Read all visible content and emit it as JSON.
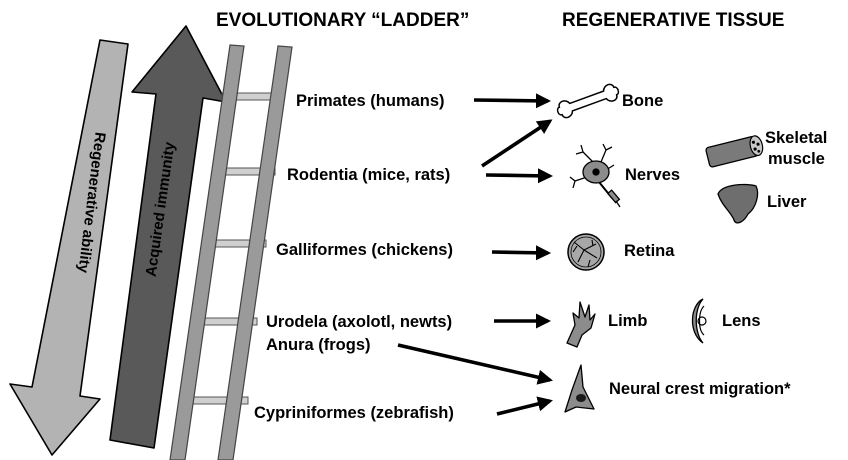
{
  "headings": {
    "ladder": "EVOLUTIONARY “LADDER”",
    "tissue": "REGENERATIVE TISSUE"
  },
  "big_arrows": {
    "regenerative": "Regenerative ability",
    "immunity": "Acquired immunity"
  },
  "ladder_rungs": [
    "Primates (humans)",
    "Rodentia (mice, rats)",
    "Galliformes (chickens)",
    "Urodela (axolotl, newts)",
    "Anura (frogs)",
    "Cypriniformes (zebrafish)"
  ],
  "tissues": {
    "bone": "Bone",
    "nerves": "Nerves",
    "skeletal_muscle_line1": "Skeletal",
    "skeletal_muscle_line2": "muscle",
    "liver": "Liver",
    "retina": "Retina",
    "limb": "Limb",
    "lens": "Lens",
    "neural_crest": "Neural crest migration*"
  },
  "icons": [
    "bone-icon",
    "neuron-icon",
    "skeletal-muscle-icon",
    "liver-icon",
    "retina-icon",
    "limb-icon",
    "lens-icon",
    "neural-crest-cell-icon"
  ],
  "colors": {
    "regenerative_arrow": "#b3b3b3",
    "immunity_arrow": "#595959",
    "ladder_rail": "#9a9a9a",
    "icon_fill": "#8c8c8c"
  }
}
